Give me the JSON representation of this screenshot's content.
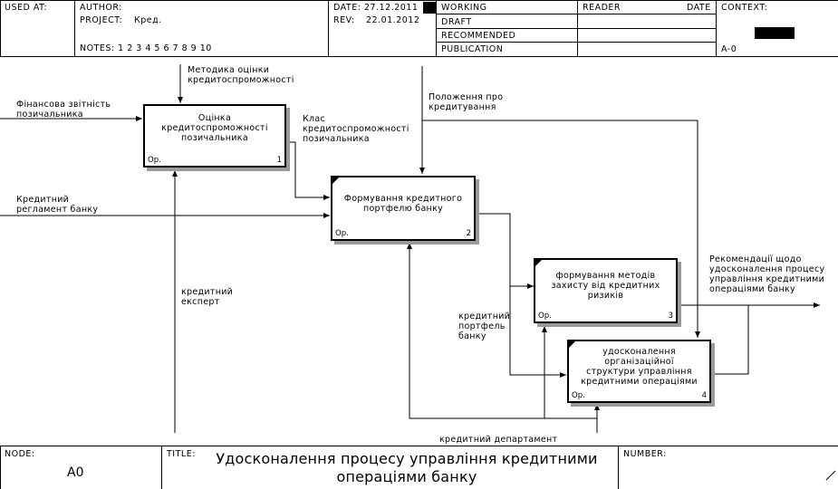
{
  "header": {
    "used_at": "USED AT:",
    "author_label": "AUTHOR:",
    "project_label": "PROJECT:",
    "project_value": "Кред.",
    "notes": "NOTES:  1  2  3  4  5  6  7  8  9  10",
    "date_label": "DATE:",
    "date_value": "27.12.2011",
    "rev_label": "REV:",
    "rev_value": "22.01.2012",
    "status": [
      "WORKING",
      "DRAFT",
      "RECOMMENDED",
      "PUBLICATION"
    ],
    "reader": "READER",
    "date2": "DATE",
    "context": "CONTEXT:",
    "context_node": "A-0"
  },
  "boxes": [
    {
      "label": "Оцінка\nкредитоспроможності\nпозичальника",
      "op": "Ор.",
      "num": "1"
    },
    {
      "label": "Формування кредитного\nпортфелю банку",
      "op": "Ор.",
      "num": "2"
    },
    {
      "label": "формування методів\nзахисту від кредитних\nризиків",
      "op": "Ор.",
      "num": "3"
    },
    {
      "label": "удосконалення\nорганізаційної\nструктури управління\nкредитними операціями",
      "op": "Ор.",
      "num": "4"
    }
  ],
  "arrows": {
    "methodology": "Методика оцінки\nкредитоспроможності",
    "financial": "Фінансова звітність\nпозичальника",
    "class": "Клас\nкредитоспроможності\nпозичальника",
    "regulation": "Кредитний\nрегламент банку",
    "provisions": "Положення про\nкредитування",
    "expert": "кредитний\nексперт",
    "portfolio": "кредитний\nпортфель\nбанку",
    "recommendations": "Рекомендації щодо\nудосконалення процесу\nуправління кредитними\nопераціями банку",
    "department": "кредитний департамент"
  },
  "footer": {
    "node_label": "NODE:",
    "node_value": "A0",
    "title_label": "TITLE:",
    "title_value": "Удосконалення процесу  управління кредитними\nопераціями банку",
    "number_label": "NUMBER:"
  }
}
